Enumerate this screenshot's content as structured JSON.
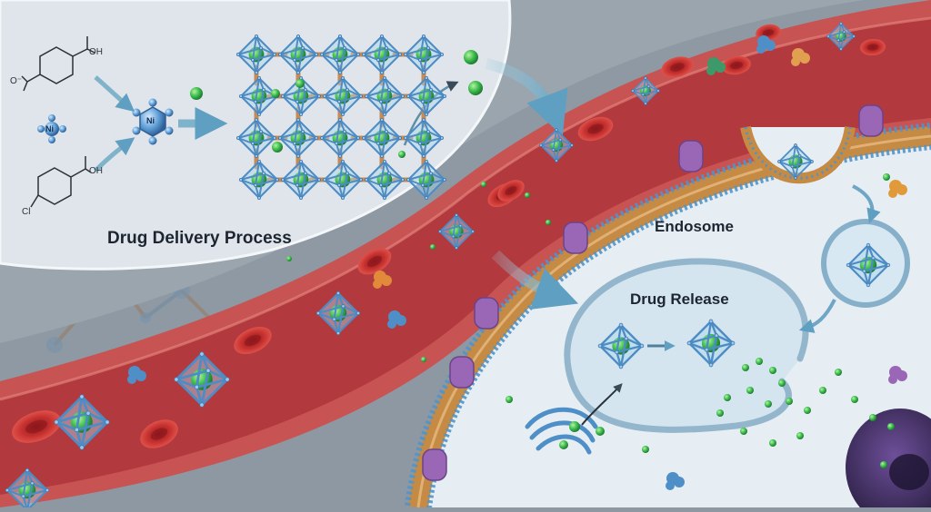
{
  "labels": {
    "title": "Drug Delivery Process",
    "endosome": "Endosome",
    "drug_release": "Drug Release"
  },
  "chemistry": {
    "hydroxyl_top": "OH",
    "carboxylate": "O⁻",
    "hydroxyl_bottom": "OH",
    "chlorine": "Cl",
    "nickel_ion": "Ni",
    "nickel_node": "Ni"
  },
  "colors": {
    "background": "#8d98a3",
    "vessel_wall": "#c75452",
    "vessel_lumen": "#b83a3f",
    "inset_panel": "#dfe5ea",
    "cell_interior": "#e6eef3",
    "membrane_head": "#4f94c9",
    "membrane_tail": "#c58a44",
    "drug_particle": "#3fbf4f",
    "framework": "#4f8fc8",
    "linker": "#c88a52",
    "protein": "#9a66b6"
  }
}
